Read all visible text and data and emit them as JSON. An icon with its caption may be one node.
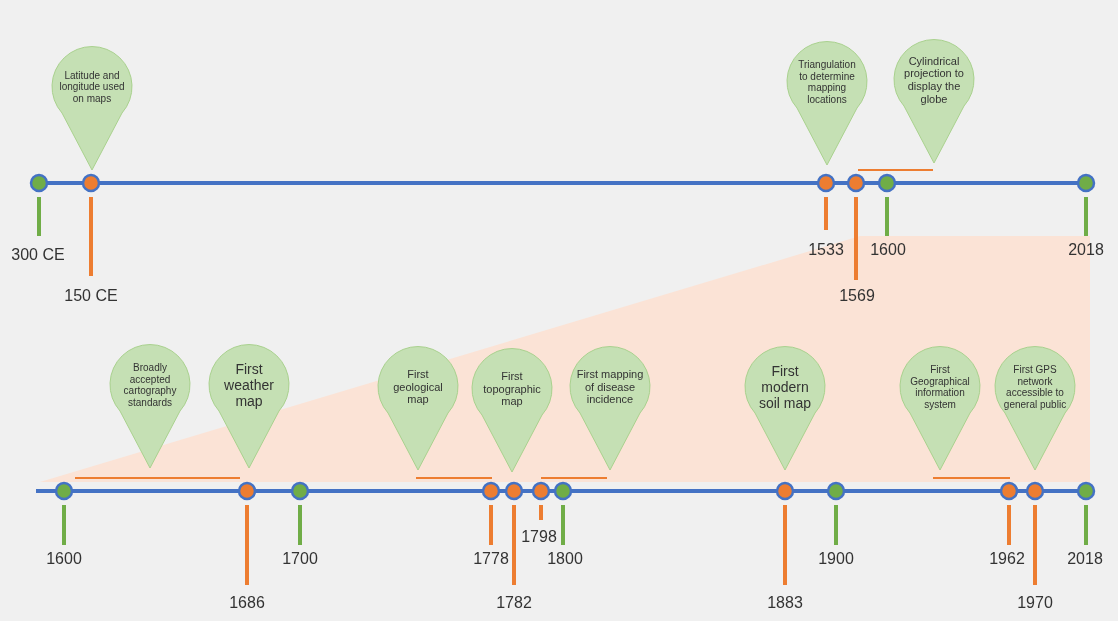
{
  "diagram": {
    "nodes": [
      {
        "text": [
          "Latitude and longitude used on maps"
        ]
      },
      {
        "text": [
          "Triangulation to determine mapping locations"
        ]
      },
      {
        "text": [
          "Cylindrical projection to display the globe"
        ]
      },
      {
        "text": [
          "Broadly accepted cartography standards"
        ]
      },
      {
        "text": [
          "First weather map"
        ]
      },
      {
        "text": [
          "First geological map"
        ]
      },
      {
        "text": [
          "First topographic map"
        ]
      },
      {
        "text": [
          "First mapping of disease incidence"
        ]
      },
      {
        "text": [
          "First modern soil map"
        ]
      },
      {
        "text": [
          "First Geographical information system"
        ]
      },
      {
        "text": [
          "First GPS network accessible to general public"
        ]
      }
    ],
    "labels": [
      "300 CE",
      "150 CE",
      "1533",
      "1569",
      "1600",
      "2018",
      "1600",
      "1686",
      "1700",
      "1778",
      "1782",
      "1798",
      "1800",
      "1883",
      "1900",
      "1962",
      "1970",
      "2018"
    ]
  }
}
